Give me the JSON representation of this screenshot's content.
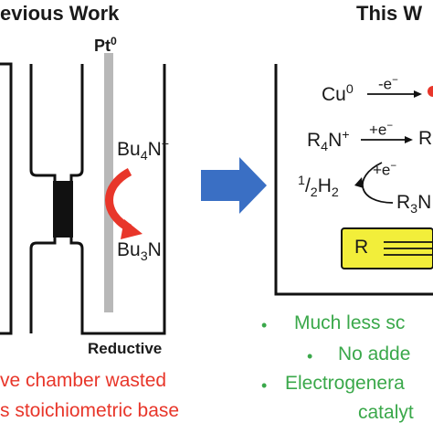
{
  "headers": {
    "left": "evious Work",
    "right": "This W"
  },
  "left_panel": {
    "electrode_label": "Pt",
    "electrode_sup": "0",
    "reagent_top_main": "Bu",
    "reagent_top_sub": "4",
    "reagent_top_tail": "N",
    "reagent_top_sup": "+",
    "reagent_bottom_main": "Bu",
    "reagent_bottom_sub": "3",
    "reagent_bottom_tail": "N",
    "chamber_label": "Reductive",
    "drawback_line1": "ve chamber wasted",
    "drawback_line2": "s stoichiometric base",
    "drawback_color": "#e8362a"
  },
  "right_panel": {
    "cu_main": "Cu",
    "cu_sup": "0",
    "cu_arrow_label": "-e",
    "cu_arrow_sup": "−",
    "r4n_main": "R",
    "r4n_sub": "4",
    "r4n_tail": "N",
    "r4n_sup": "+",
    "r4n_arrow_label": "+e",
    "r4n_arrow_sup": "−",
    "r4n_product": "R",
    "loop_label": "+e",
    "loop_sup": "−",
    "h2_frac_num": "1",
    "h2_frac_den": "2",
    "h2_main": "H",
    "h2_sub": "2",
    "r3n_main": "R",
    "r3n_sub": "3",
    "r3n_tail": "N",
    "alkyne_label": "R",
    "alkyne_box_color": "#f2ee3a",
    "advantages": [
      "Much less sc",
      "No adde",
      "Electrogenera",
      "catalyt"
    ],
    "advantage_color": "#3aa84a"
  },
  "colors": {
    "arrow_blue": "#3a6fc4",
    "red_arrow": "#e8362a"
  }
}
